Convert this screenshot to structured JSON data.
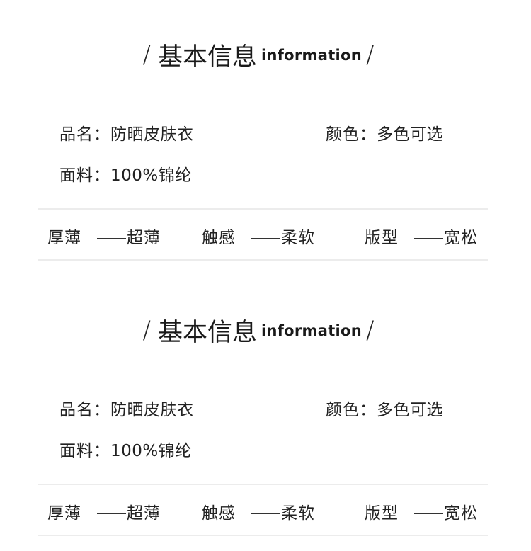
{
  "sections": [
    {
      "title_cn": "基本信息",
      "title_en": "information",
      "slash_left": "/",
      "slash_right": "/",
      "name_label": "品名：",
      "name_value": "防晒皮肤衣",
      "color_label": "颜色：",
      "color_value": "多色可选",
      "fabric_label": "面料：",
      "fabric_value": "100%锦纶",
      "attributes": [
        {
          "key": "厚薄",
          "value": "超薄"
        },
        {
          "key": "触感",
          "value": "柔软"
        },
        {
          "key": "版型",
          "value": "宽松"
        }
      ]
    },
    {
      "title_cn": "基本信息",
      "title_en": "information",
      "slash_left": "/",
      "slash_right": "/",
      "name_label": "品名：",
      "name_value": "防晒皮肤衣",
      "color_label": "颜色：",
      "color_value": "多色可选",
      "fabric_label": "面料：",
      "fabric_value": "100%锦纶",
      "attributes": [
        {
          "key": "厚薄",
          "value": "超薄"
        },
        {
          "key": "触感",
          "value": "柔软"
        },
        {
          "key": "版型",
          "value": "宽松"
        }
      ]
    }
  ]
}
